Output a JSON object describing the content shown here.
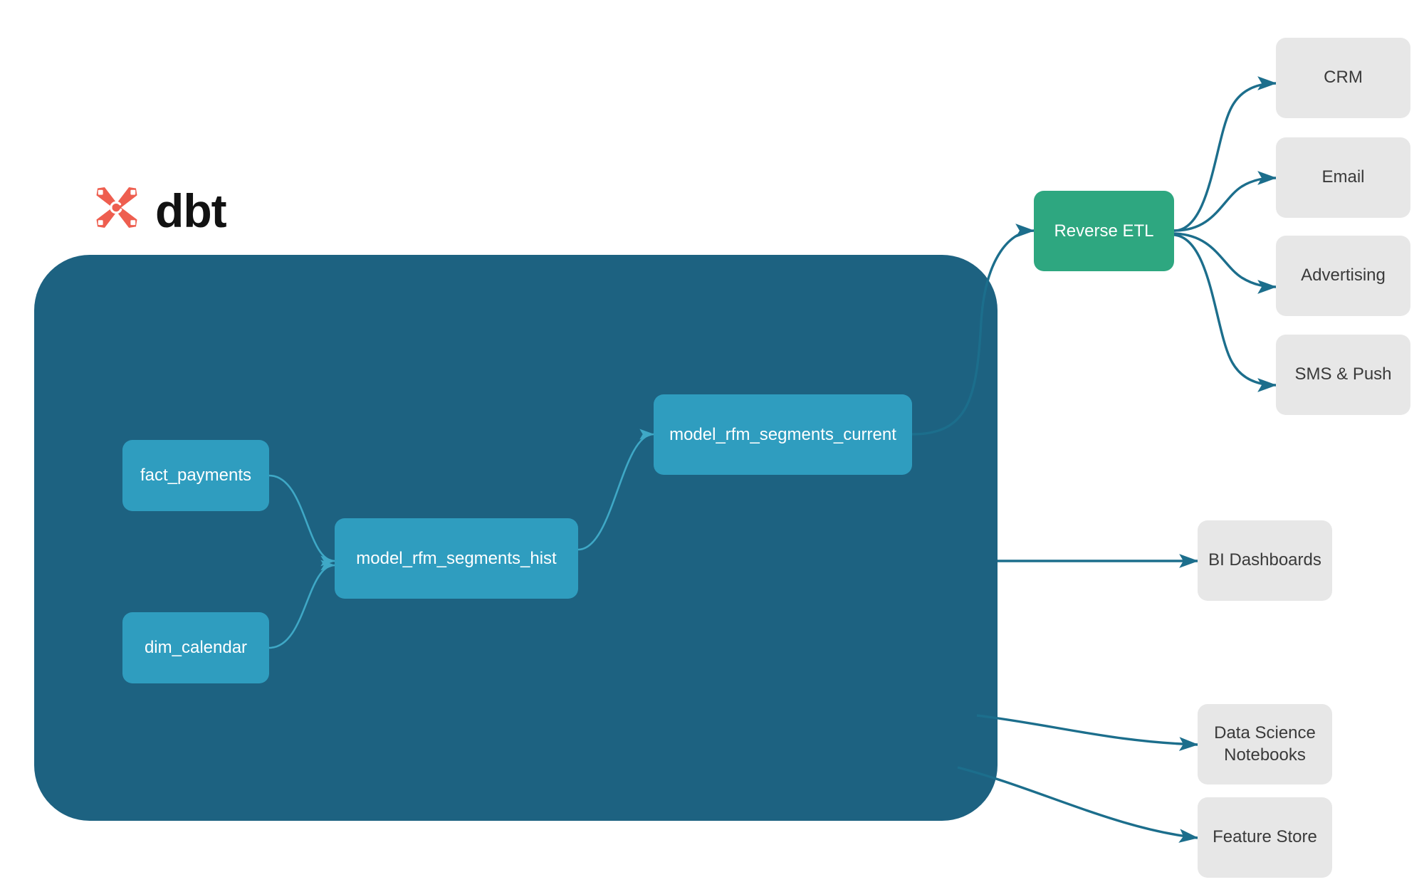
{
  "brand": {
    "name": "dbt",
    "logo_icon": "dbt-logo-icon",
    "logo_color": "#EE5E4F",
    "wordmark_color": "#121212"
  },
  "colors": {
    "background": "#FFFFFF",
    "group_container": "#1D6281",
    "model_node": "#2F9DBF",
    "reverse_etl_node": "#2EA780",
    "destination_node": "#E7E7E7",
    "edge_outer": "#1C6E8C",
    "edge_inner": "#3FA8C6",
    "node_text": "#FFFFFF",
    "destination_text": "#3A3A3A"
  },
  "group": {
    "name": "dbt-project-container",
    "models": [
      {
        "id": "fact_payments",
        "label": "fact_payments"
      },
      {
        "id": "dim_calendar",
        "label": "dim_calendar"
      },
      {
        "id": "model_rfm_segments_hist",
        "label": "model_rfm_segments_hist"
      },
      {
        "id": "model_rfm_segments_current",
        "label": "model_rfm_segments_current"
      }
    ]
  },
  "activation": {
    "reverse_etl": {
      "id": "reverse_etl",
      "label": "Reverse ETL"
    },
    "destinations": [
      {
        "id": "crm",
        "label": "CRM"
      },
      {
        "id": "email",
        "label": "Email"
      },
      {
        "id": "advertising",
        "label": "Advertising"
      },
      {
        "id": "sms_push",
        "label": "SMS & Push"
      }
    ]
  },
  "analytics": {
    "consumers": [
      {
        "id": "bi_dashboards",
        "label": "BI Dashboards"
      },
      {
        "id": "data_science_notebooks",
        "label_line1": "Data Science",
        "label_line2": "Notebooks"
      },
      {
        "id": "feature_store",
        "label": "Feature Store"
      }
    ]
  },
  "edges": [
    {
      "from": "fact_payments",
      "to": "model_rfm_segments_hist",
      "style": "inner"
    },
    {
      "from": "dim_calendar",
      "to": "model_rfm_segments_hist",
      "style": "inner"
    },
    {
      "from": "model_rfm_segments_hist",
      "to": "model_rfm_segments_current",
      "style": "inner"
    },
    {
      "from": "model_rfm_segments_current",
      "to": "reverse_etl",
      "style": "outer"
    },
    {
      "from": "reverse_etl",
      "to": "crm",
      "style": "outer"
    },
    {
      "from": "reverse_etl",
      "to": "email",
      "style": "outer"
    },
    {
      "from": "reverse_etl",
      "to": "advertising",
      "style": "outer"
    },
    {
      "from": "reverse_etl",
      "to": "sms_push",
      "style": "outer"
    },
    {
      "from": "model_rfm_segments_hist",
      "to": "bi_dashboards",
      "style": "outer"
    },
    {
      "from": "model_rfm_segments_hist",
      "to": "data_science_notebooks",
      "style": "outer"
    },
    {
      "from": "model_rfm_segments_hist",
      "to": "feature_store",
      "style": "outer"
    }
  ]
}
